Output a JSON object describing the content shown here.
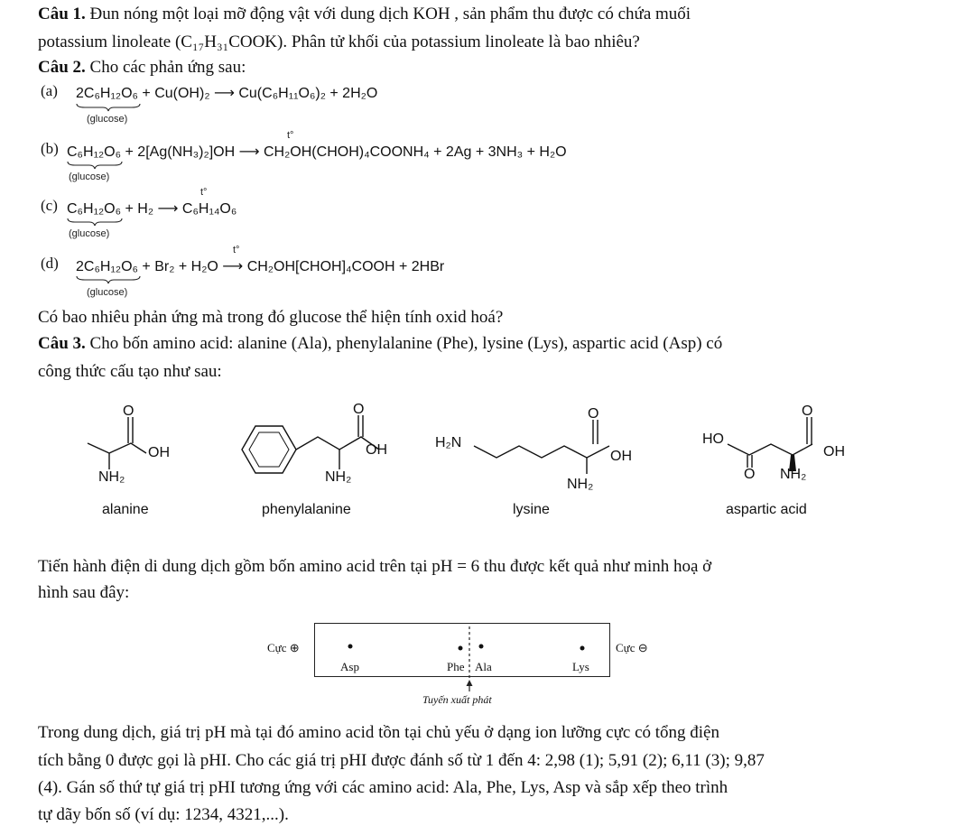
{
  "q1": {
    "num": "Câu 1.",
    "line1": "Đun nóng một loại mỡ động vật với dung dịch KOH , sản phẩm thu được có chứa muối",
    "line2": "potassium linoleate (C₁₇H₃₁COOK). Phân tử khối của potassium linoleate là bao nhiêu?"
  },
  "q2": {
    "num": "Câu 2.",
    "intro": "Cho các phản ứng sau:",
    "reactions": [
      {
        "label": "(a)",
        "equation": "2C₆H₁₂O₆ + Cu(OH)₂ ⟶ Cu(C₆H₁₁O₆)₂ + 2H₂O",
        "glucose": "(glucose)"
      },
      {
        "label": "(b)",
        "equation": "C₆H₁₂O₆ + 2[Ag(NH₃)₂]OH ⟶ CH₂OH(CHOH)₄COONH₄ + 2Ag + 3NH₃ + H₂O",
        "glucose": "(glucose)"
      },
      {
        "label": "(c)",
        "equation": "C₆H₁₂O₆ + H₂ ⟶ C₆H₁₄O₆",
        "glucose": "(glucose)"
      },
      {
        "label": "(d)",
        "equation": "2C₆H₁₂O₆ + Br₂ + H₂O ⟶ CH₂OH[CHOH]₄COOH + 2HBr",
        "glucose": "(glucose)"
      }
    ],
    "arrow_condition": "t°",
    "question": "Có bao nhiêu phản ứng mà trong đó glucose thể hiện tính oxid hoá?"
  },
  "q3": {
    "num": "Câu 3.",
    "line1": "Cho bốn amino acid: alanine (Ala), phenylalanine (Phe), lysine (Lys), aspartic acid (Asp) có",
    "line2": "công thức cấu tạo như sau:",
    "amino_acids": [
      {
        "name": "alanine",
        "groups": [
          "O",
          "OH",
          "NH₂"
        ]
      },
      {
        "name": "phenylalanine",
        "groups": [
          "O",
          "OH",
          "NH₂"
        ]
      },
      {
        "name": "lysine",
        "groups": [
          "H₂N",
          "O",
          "OH",
          "NH₂"
        ]
      },
      {
        "name": "aspartic acid",
        "groups": [
          "HO",
          "O",
          "O",
          "OH",
          "NH₂"
        ]
      }
    ],
    "electro_line1": "Tiến hành điện di dung dịch gồm bốn amino acid trên tại pH = 6 thu được kết quả như minh hoạ ở",
    "electro_line2": "hình sau đây:",
    "figure": {
      "pos_pole": "Cực ⊕",
      "neg_pole": "Cực ⊖",
      "spots": [
        "Asp",
        "Phe",
        "Ala",
        "Lys"
      ],
      "start_line": "Tuyến xuất phát"
    },
    "para1": "Trong dung dịch, giá trị pH mà tại đó amino acid tồn tại chủ yếu ở dạng ion lưỡng cực có tổng điện",
    "para2": "tích bằng 0 được gọi là pHI. Cho các giá trị pHI được đánh số từ 1 đến 4: 2,98 (1); 5,91 (2); 6,11 (3); 9,87",
    "para3": "(4). Gán số thứ tự giá trị pHI tương ứng với các amino acid: Ala, Phe, Lys, Asp và sắp xếp theo trình",
    "para4": "tự dãy bốn số (ví dụ: 1234, 4321,...)."
  }
}
